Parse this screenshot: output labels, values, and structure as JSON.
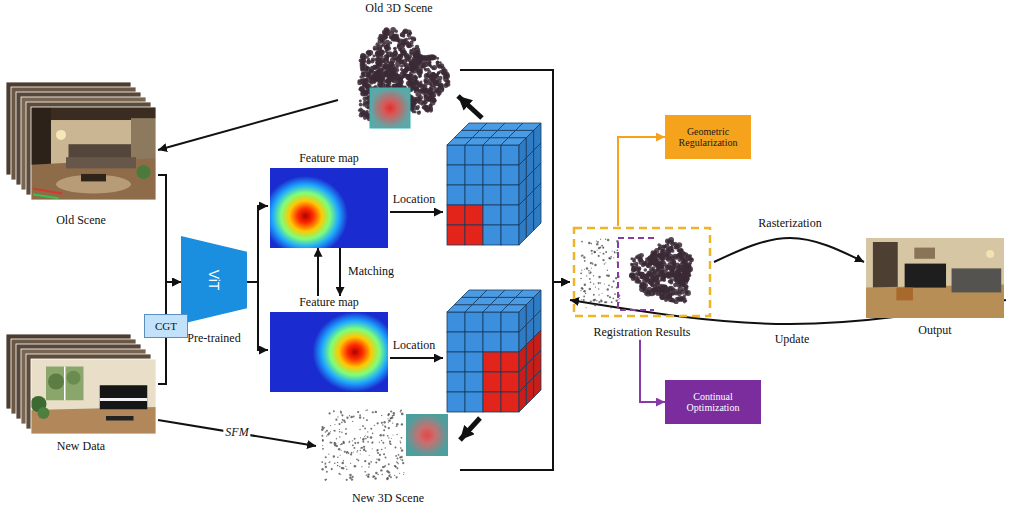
{
  "diagram": {
    "nodes": [
      {
        "text": [
          "Old 3D Scene"
        ]
      },
      {
        "text": [
          "Old Scene"
        ]
      },
      {
        "text": [
          "Feature map"
        ]
      },
      {
        "text": [
          "Geometric Regularization"
        ]
      },
      {
        "text": [
          "ViT",
          "Pre-trained"
        ]
      },
      {
        "text": [
          "Registration Results"
        ]
      },
      {
        "text": [
          "Output"
        ]
      },
      {
        "text": [
          "CGT"
        ]
      },
      {
        "text": [
          "Feature map"
        ]
      },
      {
        "text": [
          "New Data"
        ]
      },
      {
        "text": [
          "Continual Optimization"
        ]
      },
      {
        "text": [
          "New 3D Scene"
        ]
      }
    ],
    "edges": [
      {
        "from": 0,
        "to": 1,
        "arrow": "to"
      },
      {
        "from": 1,
        "to": 4,
        "arrow": "to"
      },
      {
        "from": 9,
        "to": 7,
        "arrow": "none"
      },
      {
        "from": 7,
        "to": 4,
        "arrow": "to"
      },
      {
        "from": 4,
        "to": 2,
        "arrow": "to"
      },
      {
        "from": 4,
        "to": 8,
        "arrow": "to"
      },
      {
        "from": 8,
        "to": 2,
        "arrow": "to"
      },
      {
        "from": 2,
        "to": 8,
        "arrow": "to"
      },
      {
        "from": 9,
        "to": 11,
        "arrow": "to",
        "label": "SFM"
      },
      {
        "from": 0,
        "to": 5,
        "arrow": "to"
      },
      {
        "from": 11,
        "to": 5,
        "arrow": "to"
      },
      {
        "from": 5,
        "to": 3,
        "arrow": "to"
      },
      {
        "from": 5,
        "to": 10,
        "arrow": "to"
      },
      {
        "from": 5,
        "to": 6,
        "arrow": "to",
        "label": "Rasterization"
      },
      {
        "from": 6,
        "to": 5,
        "arrow": "to",
        "label": "Update"
      }
    ],
    "labels": [
      "Location",
      "Location",
      "Matching"
    ]
  }
}
